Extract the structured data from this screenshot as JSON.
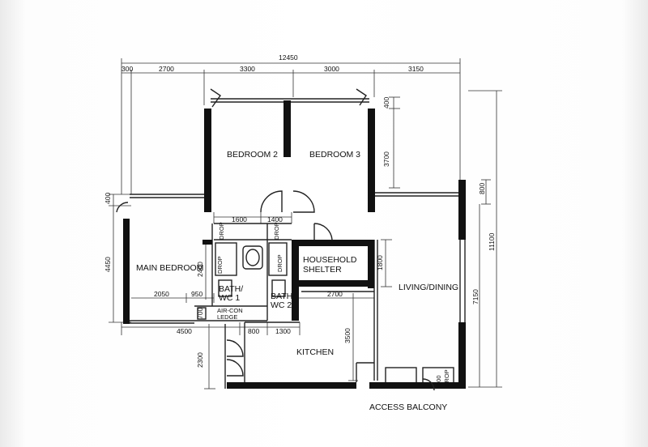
{
  "rooms": {
    "bedroom2": "BEDROOM 2",
    "bedroom3": "BEDROOM 3",
    "main_bedroom": "MAIN BEDROOM",
    "household": "HOUSEHOLD",
    "shelter": "SHELTER",
    "living": "LIVING/DINING",
    "bath1_a": "BATH/",
    "bath1_b": "WC 1",
    "bath2_a": "BATH/",
    "bath2_b": "WC 2",
    "aircon_a": "AIR-CON",
    "aircon_b": "LEDGE",
    "kitchen": "KITCHEN",
    "access_balcony": "ACCESS BALCONY"
  },
  "dimensions": {
    "overall_width": "12450",
    "top": [
      "300",
      "2700",
      "3300",
      "3000",
      "3150"
    ],
    "left_400": "400",
    "left_4450": "4450",
    "right_400": "400",
    "right_3700": "3700",
    "right_1800": "1800",
    "right_3500": "3500",
    "far_right_800": "800",
    "far_right_11100": "11100",
    "far_right_7150": "7150",
    "mid_1600": "1600",
    "mid_1400": "1400",
    "mid_2400": "2400",
    "mid_2050": "2050",
    "mid_950": "950",
    "mid_2700": "2700",
    "mid_700": "700",
    "bottom_4500": "4500",
    "bottom_800": "800",
    "bottom_1300": "1300",
    "bottom_2300": "2300",
    "drop": "DROP",
    "drop_balcony": "DROP",
    "num_100": "100"
  }
}
